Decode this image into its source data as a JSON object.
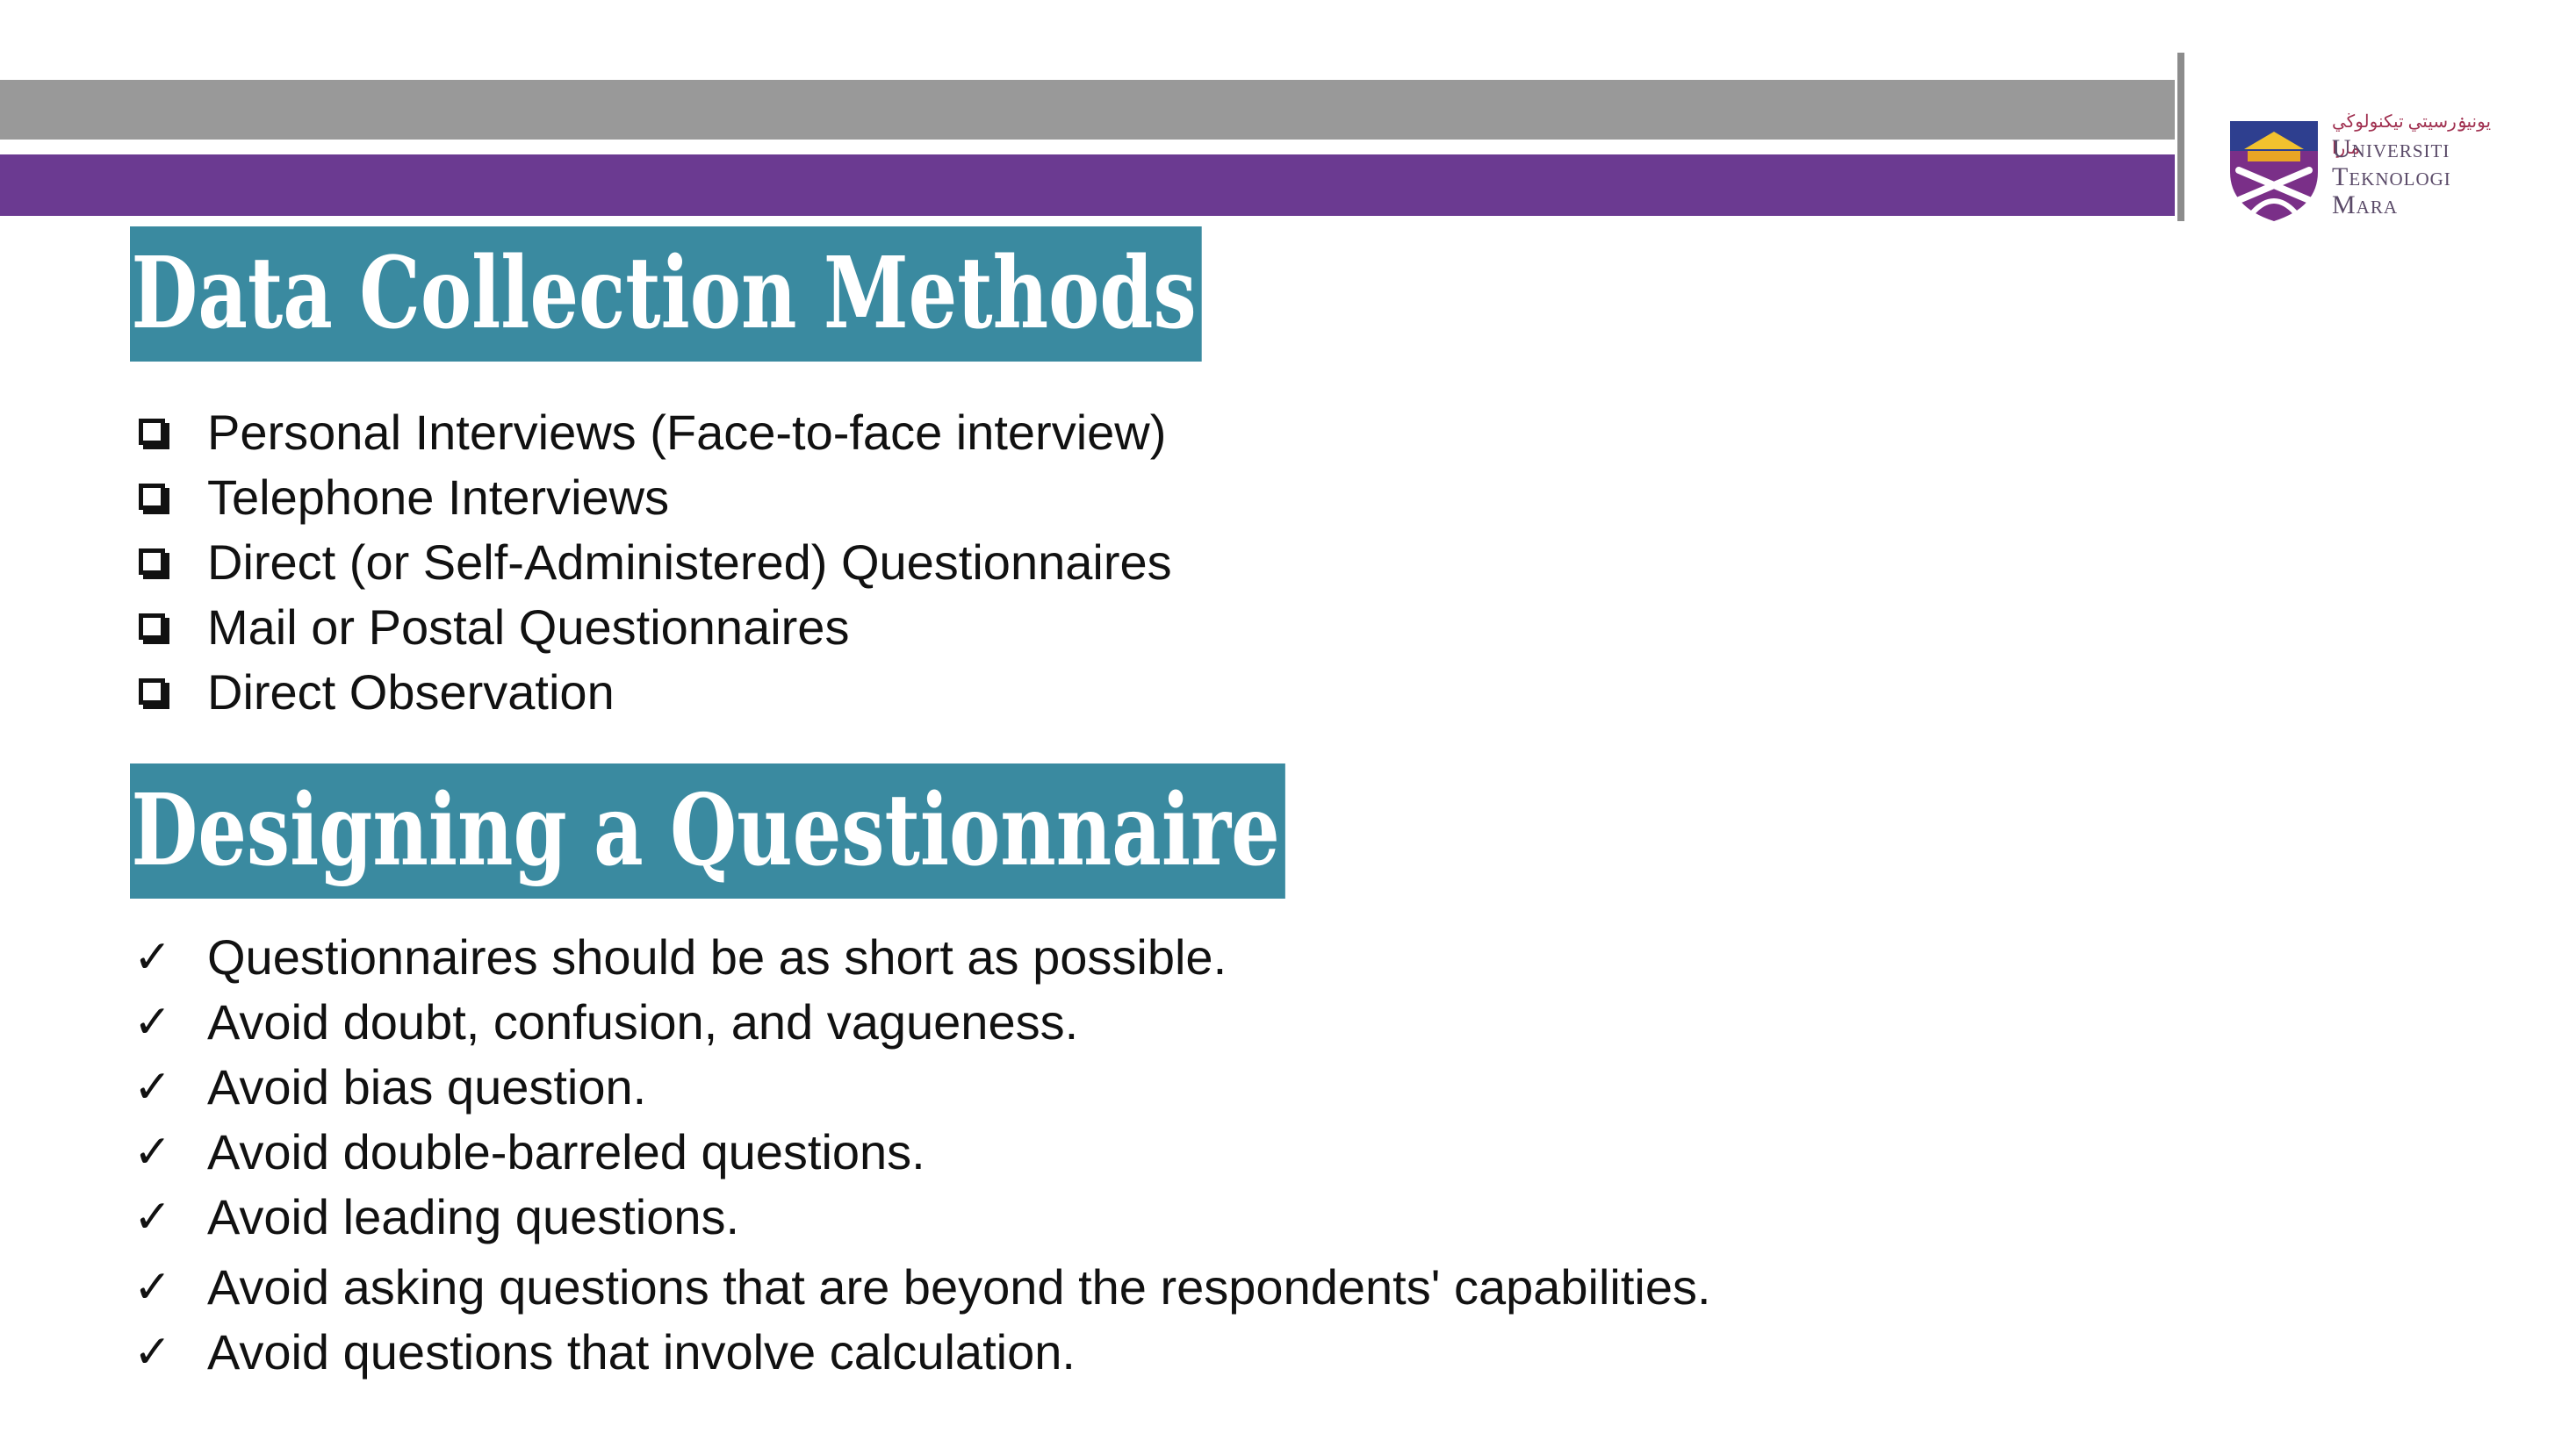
{
  "brand": {
    "colors": {
      "gray_band": "#999999",
      "purple_band": "#6b3a91",
      "heading_bg": "#3a8aa0"
    },
    "logo": {
      "jawi": "يونيۏرسيتي تيكنولوڬي مارا",
      "lines": [
        "Universiti",
        "Teknologi",
        "Mara"
      ]
    }
  },
  "section1": {
    "title": "Data Collection Methods",
    "bullet_icon": "checkbox-square-icon",
    "items": [
      "Personal Interviews (Face-to-face interview)",
      "Telephone Interviews",
      "Direct (or Self-Administered) Questionnaires",
      "Mail or Postal Questionnaires",
      "Direct Observation"
    ]
  },
  "section2": {
    "title": "Designing a Questionnaire",
    "bullet_icon": "checkmark-icon",
    "items": [
      "Questionnaires should be as short as possible.",
      "Avoid doubt, confusion, and vagueness.",
      "Avoid bias question.",
      "Avoid double-barreled questions.",
      "Avoid leading questions.",
      "Avoid asking questions that are beyond the respondents' capabilities.",
      "Avoid questions that involve calculation."
    ]
  }
}
